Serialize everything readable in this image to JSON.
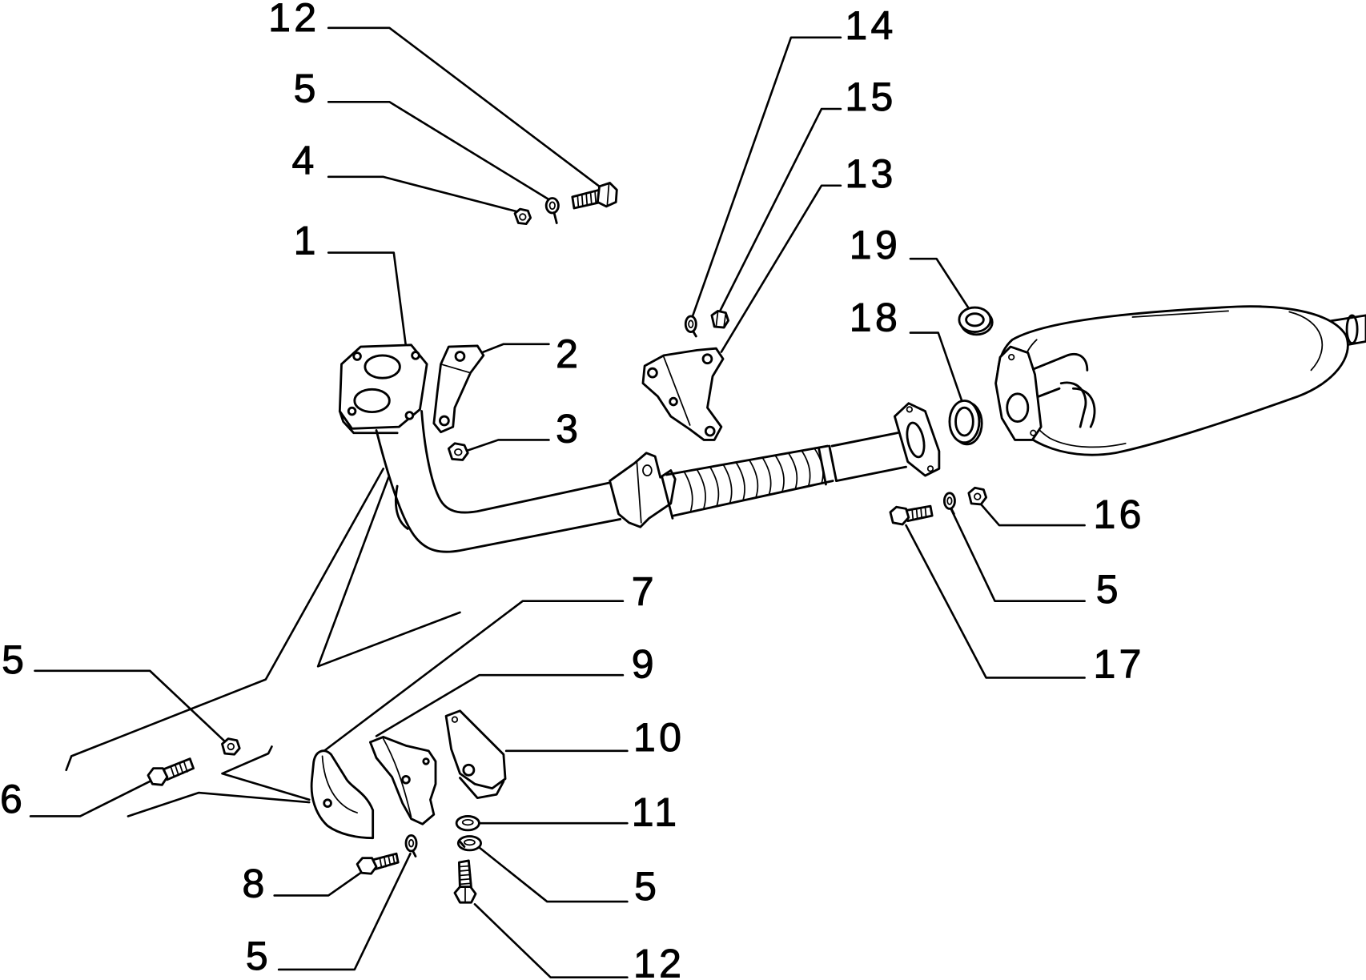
{
  "callouts": [
    "12",
    "5",
    "4",
    "1",
    "2",
    "3",
    "14",
    "15",
    "13",
    "19",
    "18",
    "16",
    "5",
    "17",
    "7",
    "9",
    "10",
    "11",
    "5",
    "12",
    "5",
    "6",
    "8",
    "5"
  ],
  "colors": {
    "line": "#000000",
    "background": "#ffffff"
  }
}
